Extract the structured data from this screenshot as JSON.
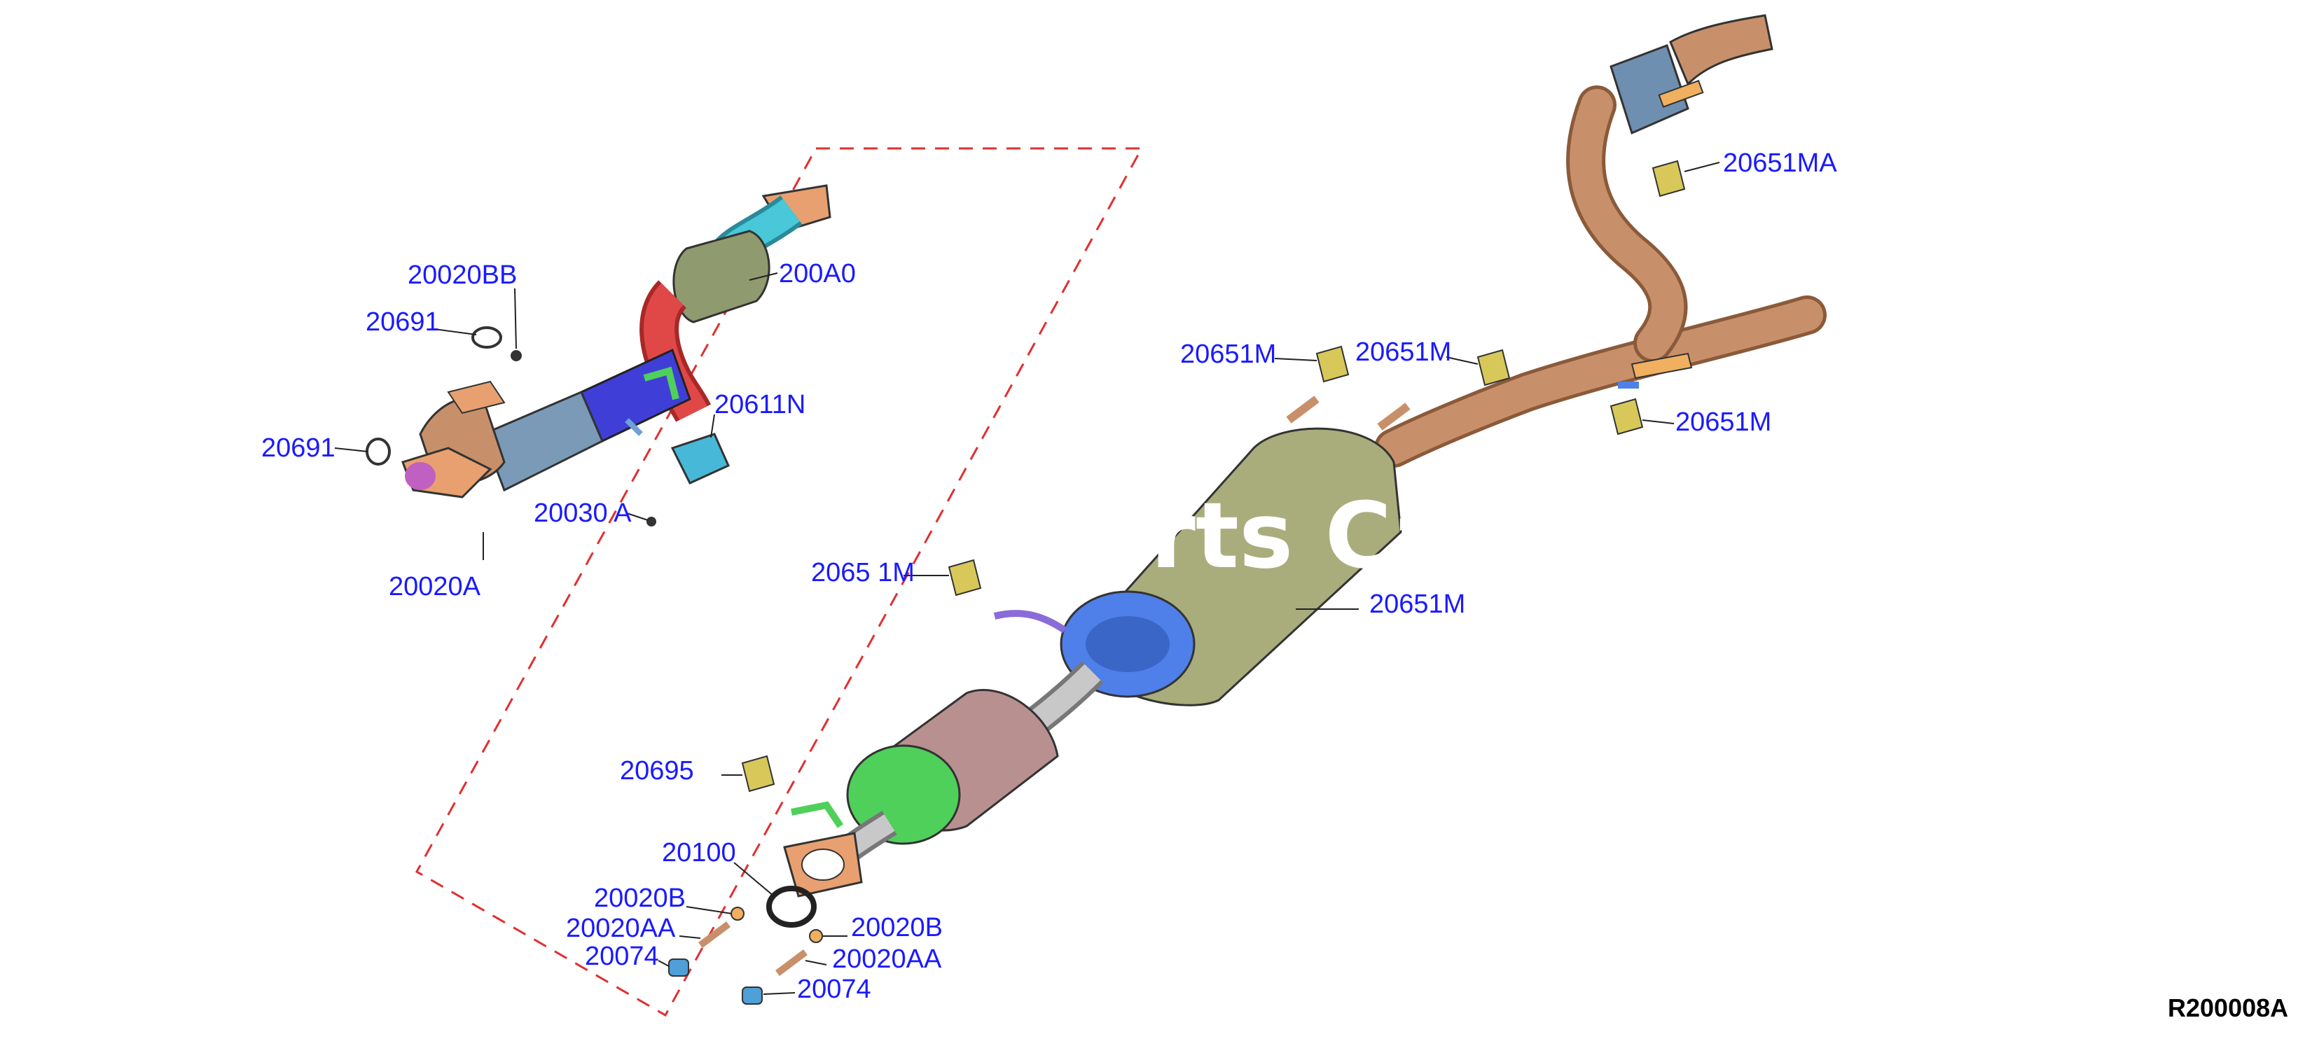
{
  "diagram": {
    "reference_code": "R200008A",
    "watermark": "arts Cata",
    "colors": {
      "callout_text": "#1a1aff",
      "boundary": "#e03030",
      "pipe_copper": "#c8906a",
      "muffler_olive": "#a9ad7c",
      "muffler_end_blue": "#4f7fe8",
      "resonator_pink": "#b99090",
      "resonator_end_green": "#4fd05a",
      "catalyst_gray": "#8f9a6e",
      "flex_blue": "#3f3fd8",
      "red_pipe": "#e04848",
      "cyan_pipe": "#48c8d8",
      "rubber_mount": "#d8c85a",
      "gasket": "#f0b060",
      "tip_steel": "#6f8fb0"
    },
    "callouts": [
      {
        "id": "20651MA",
        "label": "20651MA"
      },
      {
        "id": "200A0",
        "label": "200A0"
      },
      {
        "id": "20020BB",
        "label": "20020BB"
      },
      {
        "id": "20691-top",
        "label": "20691"
      },
      {
        "id": "20691-left",
        "label": "20691"
      },
      {
        "id": "20611N",
        "label": "20611N"
      },
      {
        "id": "20030",
        "label": "20030 A"
      },
      {
        "id": "20020A",
        "label": "20020A"
      },
      {
        "id": "20651M-a",
        "label": "20651M"
      },
      {
        "id": "20651M-b",
        "label": "20651M"
      },
      {
        "id": "20651M-c",
        "label": "20651M"
      },
      {
        "id": "20651M-d",
        "label": "2065 1M"
      },
      {
        "id": "20651M-e",
        "label": "20651M"
      },
      {
        "id": "20100",
        "label": "20100"
      },
      {
        "id": "20695",
        "label": "20695"
      },
      {
        "id": "20020B-left",
        "label": "20020B"
      },
      {
        "id": "20020B-right",
        "label": "20020B"
      },
      {
        "id": "20020AA-left",
        "label": "20020AA"
      },
      {
        "id": "20020AA-right",
        "label": "20020AA"
      },
      {
        "id": "20074-left",
        "label": "20074"
      },
      {
        "id": "20074-right",
        "label": "20074"
      }
    ]
  }
}
